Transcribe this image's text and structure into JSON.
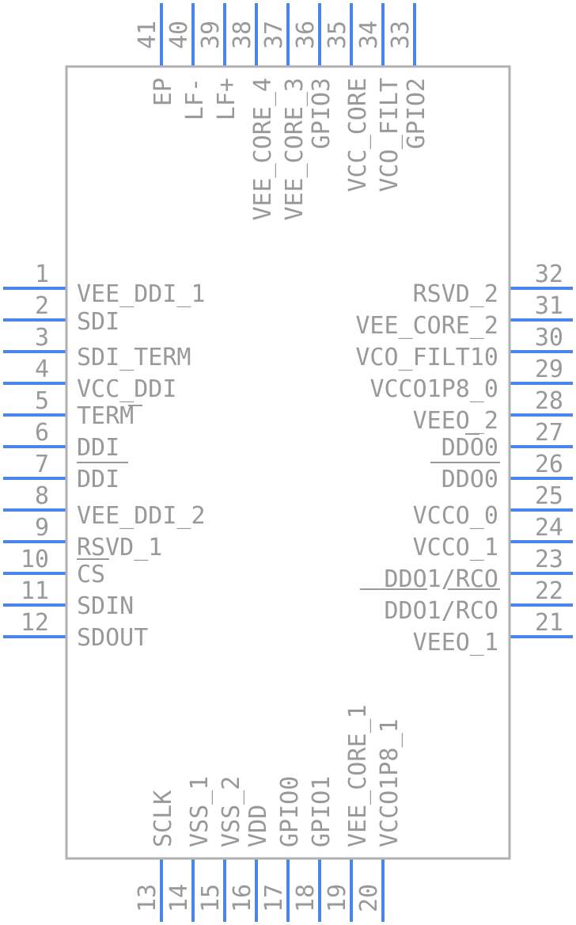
{
  "component": {
    "left_pins": [
      {
        "num": "1",
        "name": "VEE_DDI_1"
      },
      {
        "num": "2",
        "name": "SDI"
      },
      {
        "num": "3",
        "name": "SDI_TERM"
      },
      {
        "num": "4",
        "name": "VCC_DDI"
      },
      {
        "num": "5",
        "name": "TERM"
      },
      {
        "num": "6",
        "name": "DDI"
      },
      {
        "num": "7",
        "name": "DDI"
      },
      {
        "num": "8",
        "name": "VEE_DDI_2"
      },
      {
        "num": "9",
        "name": "RSVD_1"
      },
      {
        "num": "10",
        "name": "CS"
      },
      {
        "num": "11",
        "name": "SDIN"
      },
      {
        "num": "12",
        "name": "SDOUT"
      }
    ],
    "bottom_pins": [
      {
        "num": "13",
        "name": "SCLK"
      },
      {
        "num": "14",
        "name": "VSS_1"
      },
      {
        "num": "15",
        "name": "VSS_2"
      },
      {
        "num": "16",
        "name": "VDD"
      },
      {
        "num": "17",
        "name": "GPIO0"
      },
      {
        "num": "18",
        "name": "GPIO1"
      },
      {
        "num": "19",
        "name": "VEE_CORE_1"
      },
      {
        "num": "20",
        "name": "VCCO1P8_1"
      }
    ],
    "right_pins": [
      {
        "num": "21",
        "name": "VEEO_1"
      },
      {
        "num": "22",
        "name": "DDO1/RCO"
      },
      {
        "num": "23",
        "name": "DDO1/RCO"
      },
      {
        "num": "24",
        "name": "VCCO_1"
      },
      {
        "num": "25",
        "name": "VCCO_0"
      },
      {
        "num": "26",
        "name": "DDO0"
      },
      {
        "num": "27",
        "name": "DDO0"
      },
      {
        "num": "28",
        "name": "VEEO_2"
      },
      {
        "num": "29",
        "name": "VCCO1P8_0"
      },
      {
        "num": "30",
        "name": "VCO_FILT10"
      },
      {
        "num": "31",
        "name": "VEE_CORE_2"
      },
      {
        "num": "32",
        "name": "RSVD_2"
      }
    ],
    "top_pins": [
      {
        "num": "33",
        "name": "GPIO2"
      },
      {
        "num": "34",
        "name": "VCO_FILT"
      },
      {
        "num": "35",
        "name": "VCC_CORE"
      },
      {
        "num": "36",
        "name": "GPIO3"
      },
      {
        "num": "37",
        "name": "VEE_CORE_3"
      },
      {
        "num": "38",
        "name": "VEE_CORE_4"
      },
      {
        "num": "39",
        "name": "LF+"
      },
      {
        "num": "40",
        "name": "LF-"
      },
      {
        "num": "41",
        "name": "EP"
      }
    ]
  }
}
